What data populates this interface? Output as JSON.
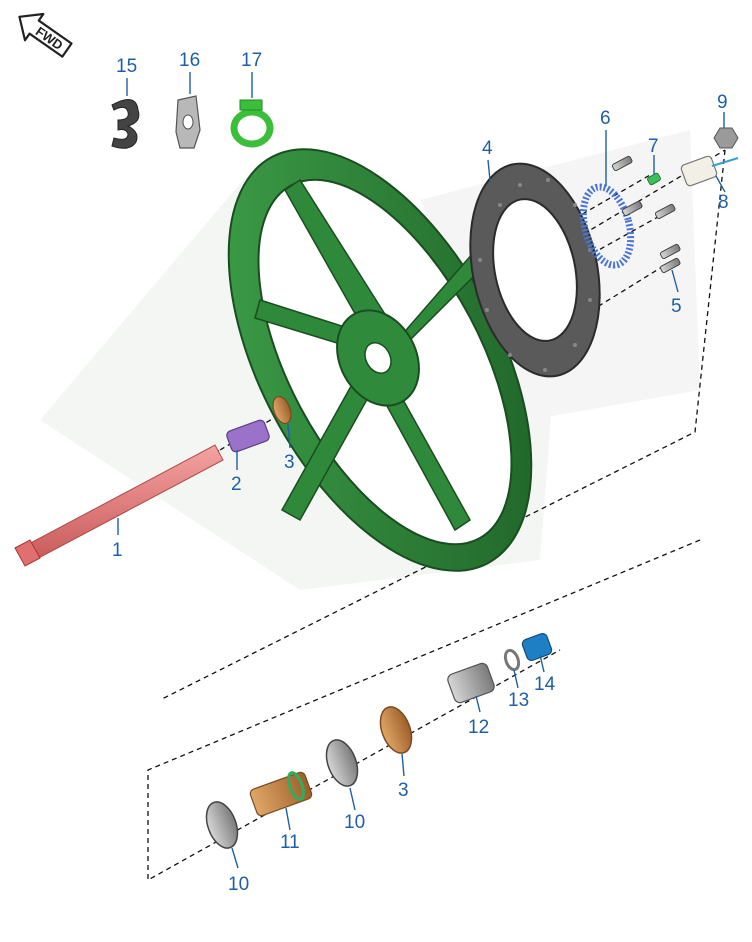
{
  "orientation": {
    "label": "FWD"
  },
  "callouts": {
    "c1": "1",
    "c2": "2",
    "c3a": "3",
    "c3b": "3",
    "c4": "4",
    "c5": "5",
    "c6": "6",
    "c7": "7",
    "c8": "8",
    "c9": "9",
    "c10a": "10",
    "c10b": "10",
    "c11": "11",
    "c12": "12",
    "c13": "13",
    "c14": "14",
    "c15": "15",
    "c16": "16",
    "c17": "17"
  },
  "colors": {
    "callout": "#1f5fa8",
    "wheel": "#2f8a3c",
    "axle": "#e87a7a",
    "spacer": "#9b72c9",
    "bronze": "#c98a4a",
    "clip": "#3bbf3b",
    "nut": "#1e7fc4",
    "disc": "#555555",
    "tone_ring": "#4a74d6"
  }
}
